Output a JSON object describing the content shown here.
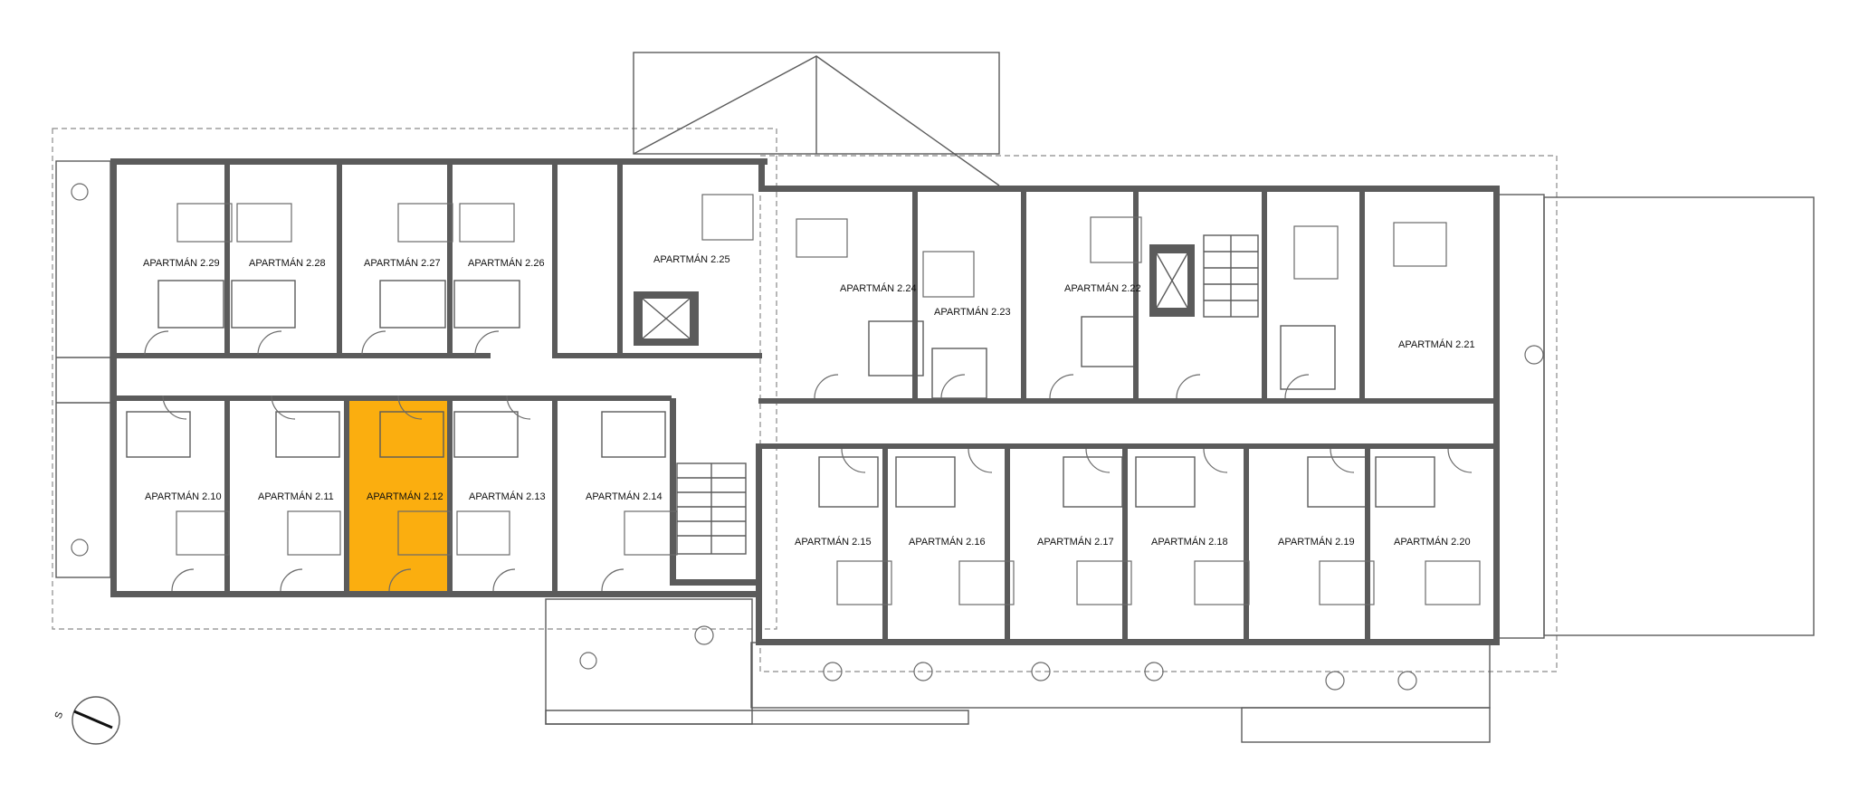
{
  "highlight_color": "#FBAE0F",
  "apartments": {
    "a210": "APARTMÁN 2.10",
    "a211": "APARTMÁN 2.11",
    "a212": "APARTMÁN 2.12",
    "a213": "APARTMÁN 2.13",
    "a214": "APARTMÁN 2.14",
    "a215": "APARTMÁN 2.15",
    "a216": "APARTMÁN 2.16",
    "a217": "APARTMÁN 2.17",
    "a218": "APARTMÁN 2.18",
    "a219": "APARTMÁN 2.19",
    "a220": "APARTMÁN 2.20",
    "a221": "APARTMÁN 2.21",
    "a222": "APARTMÁN 2.22",
    "a223": "APARTMÁN 2.23",
    "a224": "APARTMÁN 2.24",
    "a225": "APARTMÁN 2.25",
    "a226": "APARTMÁN 2.26",
    "a227": "APARTMÁN 2.27",
    "a228": "APARTMÁN 2.28",
    "a229": "APARTMÁN 2.29"
  },
  "north_arrow": {
    "label": "S"
  },
  "icons": [
    "north-arrow-icon",
    "bed-icon",
    "table-chairs-icon",
    "toilet-icon",
    "door-swing-icon",
    "stairs-icon",
    "elevator-icon"
  ]
}
